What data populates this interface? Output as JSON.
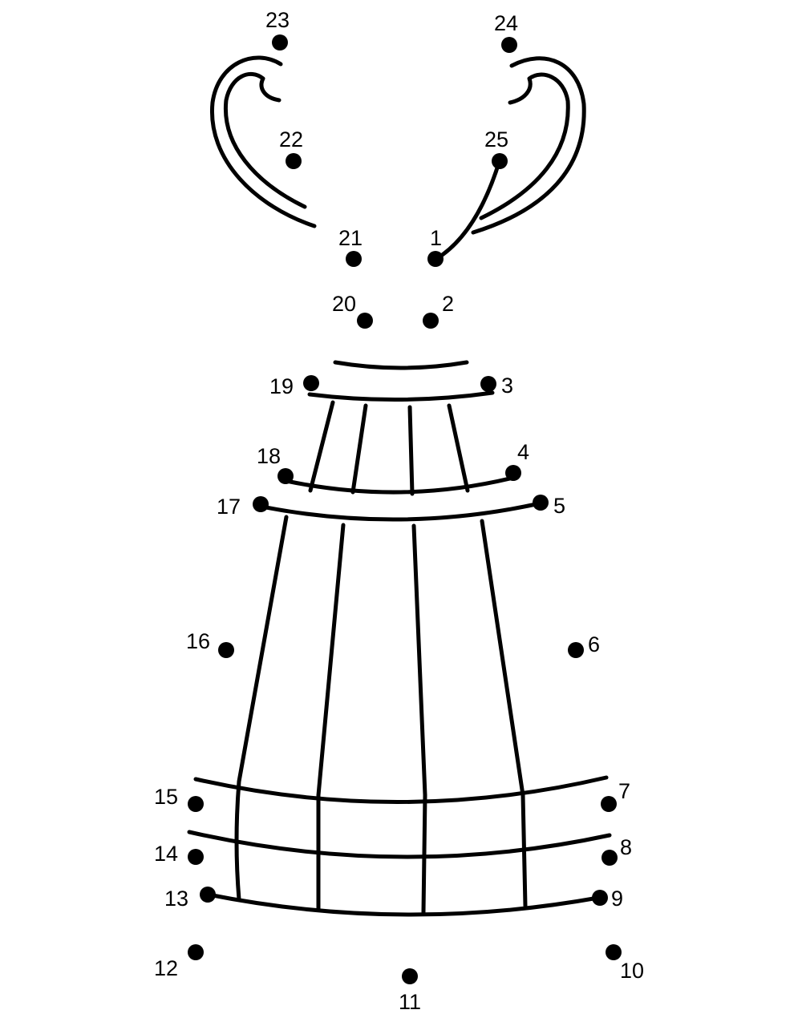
{
  "puzzle": {
    "ink_color": "#000000",
    "background_color": "#ffffff",
    "points": [
      {
        "label": "1"
      },
      {
        "label": "2"
      },
      {
        "label": "3"
      },
      {
        "label": "4"
      },
      {
        "label": "5"
      },
      {
        "label": "6"
      },
      {
        "label": "7"
      },
      {
        "label": "8"
      },
      {
        "label": "9"
      },
      {
        "label": "10"
      },
      {
        "label": "11"
      },
      {
        "label": "12"
      },
      {
        "label": "13"
      },
      {
        "label": "14"
      },
      {
        "label": "15"
      },
      {
        "label": "16"
      },
      {
        "label": "17"
      },
      {
        "label": "18"
      },
      {
        "label": "19"
      },
      {
        "label": "20"
      },
      {
        "label": "21"
      },
      {
        "label": "22"
      },
      {
        "label": "23"
      },
      {
        "label": "24"
      },
      {
        "label": "25"
      }
    ]
  }
}
